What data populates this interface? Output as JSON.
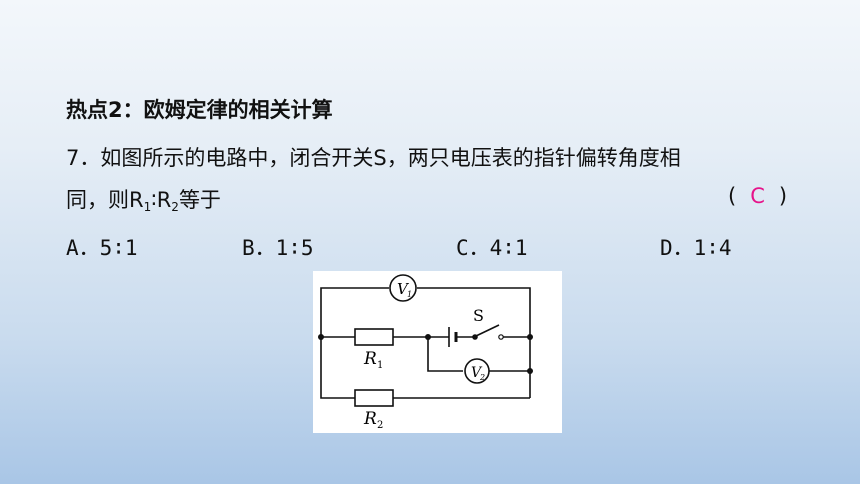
{
  "heading": "热点2：欧姆定律的相关计算",
  "question": {
    "line1": "7．如图所示的电路中，闭合开关S，两只电压表的指针偏转角度相",
    "line2_pre": "同，则R",
    "sub1": "1",
    "colon": "∶R",
    "sub2": "2",
    "line2_post": "等于",
    "paren_open": "(",
    "answer": "C",
    "paren_close": ")"
  },
  "options": [
    "A．5∶1",
    "B．1∶5",
    "C．4∶1",
    "D．1∶4"
  ],
  "circuit": {
    "v1_label": "V",
    "v1_sub": "1",
    "v2_label": "V",
    "v2_sub": "2",
    "switch_label": "S",
    "r1_label": "R",
    "r1_sub": "1",
    "r2_label": "R",
    "r2_sub": "2"
  },
  "colors": {
    "answer": "#e6138a"
  }
}
